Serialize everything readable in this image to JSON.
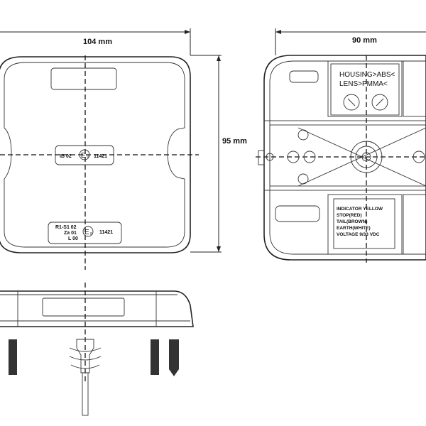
{
  "dimensions": {
    "width": "104 mm",
    "height": "95 mm",
    "depth": "90 mm"
  },
  "front_view": {
    "label_top": {
      "left": "IB 02",
      "mark": "E",
      "mark_sub": "9",
      "number": "11421"
    },
    "label_bottom": {
      "line1": "R1-S1 02",
      "line2": "Za 01",
      "line3": "L 00",
      "mark": "E",
      "mark_sub": "9",
      "number": "11421"
    }
  },
  "rear_view": {
    "material": {
      "housing": "HOUSING>ABS<",
      "lens": "LENS>PMMA<"
    },
    "wiring": [
      "INDICATOR YELLOW",
      "STOP(RED)",
      "TAIL(BROWN)",
      "EARTH(WHITE)",
      "VOLTAGE 9/33 VDC"
    ]
  }
}
